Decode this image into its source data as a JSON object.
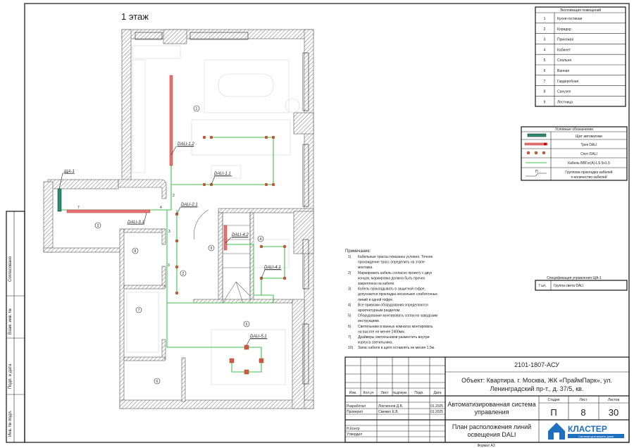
{
  "floor_title": "1 этаж",
  "plan": {
    "panel_label": "ЩА-1",
    "line_labels": [
      "DALI-1.2",
      "DALI-1.1",
      "DALI-2.1",
      "DALI-3.1",
      "DALI-4.2",
      "DALI-4.1",
      "DALI-5.1"
    ],
    "room_numbers": [
      "1",
      "2",
      "3",
      "4",
      "5",
      "6",
      "7",
      "8",
      "9"
    ],
    "cable_counts": [
      "2",
      "3",
      "4",
      "7",
      "3"
    ]
  },
  "side_stamp": [
    "Согласовано",
    "Взам. инв. №",
    "Подп. и дата",
    "Инв. № подл."
  ],
  "rooms_table": {
    "title": "Экспликация помещений",
    "rows": [
      {
        "n": "1",
        "name": "Кухня-гостиная"
      },
      {
        "n": "2",
        "name": "Коридор"
      },
      {
        "n": "3",
        "name": "Прихожая"
      },
      {
        "n": "4",
        "name": "Кабинет"
      },
      {
        "n": "5",
        "name": "Спальня"
      },
      {
        "n": "6",
        "name": "Ванная"
      },
      {
        "n": "7",
        "name": "Гардеробная"
      },
      {
        "n": "8",
        "name": "Санузел"
      },
      {
        "n": "9",
        "name": "Лестница"
      }
    ]
  },
  "legend": {
    "title": "Условные обозначения",
    "items": [
      "Щит автоматики",
      "Трек DALI",
      "Спот DALI",
      "Кабель ВВГнг(А)-LS 5х1,5",
      "Группова прокладка кабелей",
      "n-количество кабелей"
    ],
    "group_symbol": "П"
  },
  "notes": {
    "title": "Примечание:",
    "items": [
      {
        "n": "1)",
        "lines": [
          "Кабельные трассы показаны условно. Точное",
          "прохождение трасс определить на этапе",
          "монтажа."
        ]
      },
      {
        "n": "2)",
        "lines": [
          "Маркировать кабель согласно проекту с двух",
          "концов, маркировка должна быть прочно",
          "закреплена на кабеле."
        ]
      },
      {
        "n": "3)",
        "lines": [
          "Кабель прокладывать в защитной гофре,",
          "допускается прокладка нескольких слаботочных",
          "линий в одной гофре."
        ]
      },
      {
        "n": "4)",
        "lines": [
          "Все привязки оборудования определяются",
          "архитектурным разделом."
        ]
      },
      {
        "n": "5)",
        "lines": [
          "Оборудование монтировать согласно заводским",
          "инструкциям."
        ]
      },
      {
        "n": "6)",
        "lines": [
          "Светильники в ванных комнатах монтировать",
          "на высоте не менее 2400мм."
        ]
      },
      {
        "n": "7)",
        "lines": [
          "Драйверы светильников разместить внутри",
          "корпуса светильника."
        ]
      },
      {
        "n": "10)",
        "lines": [
          "Запас кабеля в щите оставлять не менее 1,5м."
        ]
      }
    ]
  },
  "spec": {
    "title": "Спецификация управления ЩА-1",
    "qty": "7 шт.",
    "item": "Группа света DALI"
  },
  "title_block": {
    "code": "2101-1807-АСУ",
    "object_line1": "Объект: Квартира. г. Москва, ЖК «ПраймПарк», ул.",
    "object_line2": "Ленинградский пр-т., д. 37/5, кв.",
    "headers": [
      "Изм.",
      "Кол.уч",
      "Лист",
      "№докум.",
      "Подп.",
      "Дата"
    ],
    "roles": [
      {
        "role": "Разработал",
        "name": "Локтионов Д.В.",
        "date": "01.2025"
      },
      {
        "role": "Проверил",
        "name": "Смежко Е.В.",
        "date": "01.2025"
      },
      {
        "role": "Н.Контр",
        "name": "",
        "date": ""
      },
      {
        "role": "Утвердил",
        "name": "",
        "date": ""
      }
    ],
    "system_line1": "Автоматизированная система",
    "system_line2": "управления",
    "stage_header": "Стадия",
    "sheet_header": "Лист",
    "sheets_header": "Листов",
    "stage": "П",
    "sheet": "8",
    "sheets": "30",
    "drawing_line1": "План расположения линий",
    "drawing_line2": "освещения DALI",
    "logo_text": "КЛАСТЕР",
    "logo_tagline": "Системы для вашего дома",
    "format": "Формат А3"
  },
  "colors": {
    "cable": "#3fc24a",
    "track": "#e57373",
    "spot": "#d9534f",
    "panel": "#2e8b6e",
    "logo": "#1e6fc0"
  }
}
